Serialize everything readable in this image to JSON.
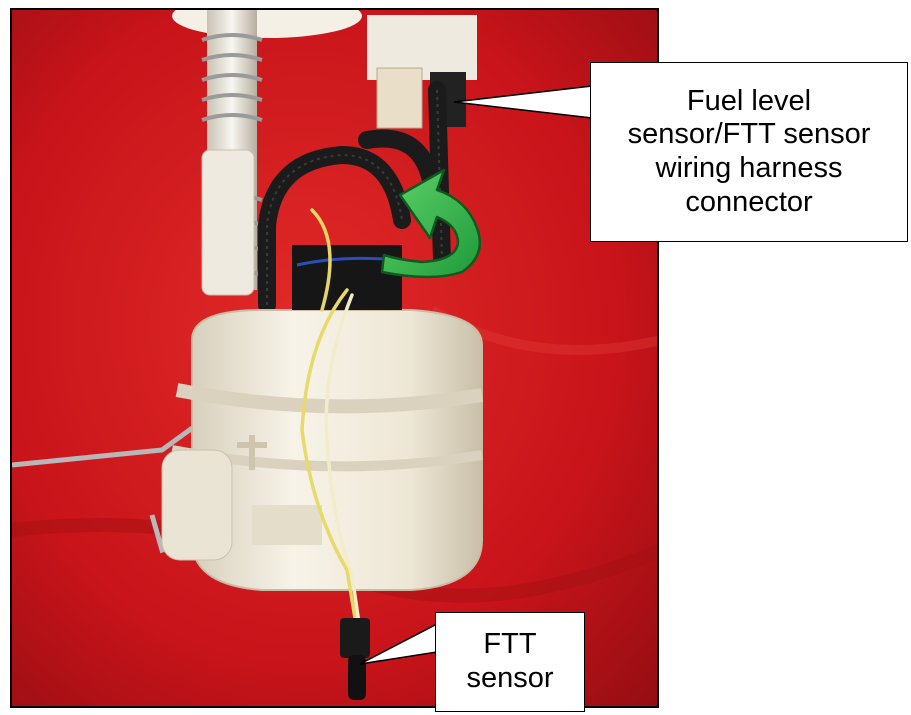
{
  "image": {
    "subject": "fuel pump module",
    "colors": {
      "background": "#c8141a",
      "module_body": "#f1ecdc",
      "arrow": "#2db34a",
      "frame": "#000000",
      "callout_fill": "#ffffff"
    }
  },
  "callouts": {
    "top": {
      "lines": [
        "Fuel level",
        "sensor/FTT sensor",
        "wiring harness",
        "connector"
      ]
    },
    "bottom": {
      "lines": [
        "FTT",
        "sensor"
      ]
    }
  },
  "icons": {
    "arrow": "curved-arrow-icon"
  }
}
